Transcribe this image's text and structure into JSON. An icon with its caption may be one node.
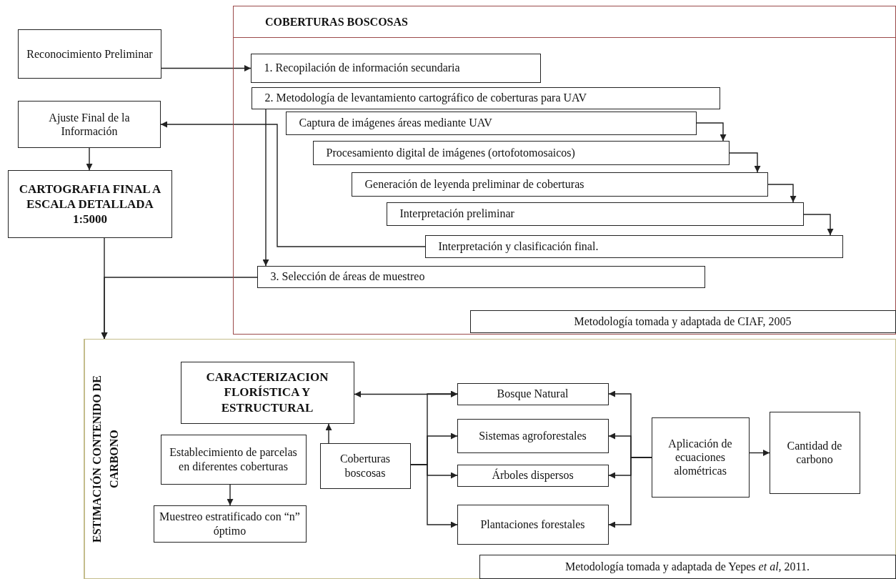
{
  "diagram": {
    "nodes": [
      {
        "text": [
          "Reconocimiento Preliminar"
        ]
      },
      {
        "text": [
          "Ajuste Final de la Información"
        ]
      },
      {
        "text": [
          "CARTOGRAFIA FINAL A ESCALA DETALLADA 1:5000"
        ]
      },
      {
        "text": [
          "COBERTURAS BOSCOSAS"
        ]
      },
      {
        "text": [
          "1. Recopilación de información secundaria"
        ],
        "in": 3
      },
      {
        "text": [
          "2. Metodología de levantamiento cartográfico de coberturas para UAV"
        ],
        "in": 3
      },
      {
        "text": [
          "Captura de imágenes áreas mediante UAV"
        ],
        "in": 3
      },
      {
        "text": [
          "Procesamiento digital de imágenes (ortofotomosaicos)"
        ],
        "in": 3
      },
      {
        "text": [
          "Generación de leyenda preliminar de coberturas"
        ],
        "in": 3
      },
      {
        "text": [
          "Interpretación preliminar"
        ],
        "in": 3
      },
      {
        "text": [
          "Interpretación y clasificación final."
        ],
        "in": 3
      },
      {
        "text": [
          "3. Selección de áreas de muestreo"
        ],
        "in": 3
      },
      {
        "text": [
          "Metodología tomada y adaptada de CIAF, 2005"
        ],
        "in": 3
      },
      {
        "text": [
          "ESTIMACIÓN CONTENIDO DE CARBONO"
        ]
      },
      {
        "text": [
          "CARACTERIZACION FLORÍSTICA Y ESTRUCTURAL"
        ],
        "in": 13
      },
      {
        "text": [
          "Establecimiento de parcelas en diferentes coberturas"
        ],
        "in": 13
      },
      {
        "text": [
          "Muestreo estratificado con “n” óptimo"
        ],
        "in": 13
      },
      {
        "text": [
          "Coberturas boscosas"
        ],
        "in": 13
      },
      {
        "text": [
          "Bosque Natural"
        ],
        "in": 13
      },
      {
        "text": [
          "Sistemas agroforestales"
        ],
        "in": 13
      },
      {
        "text": [
          "Árboles dispersos"
        ],
        "in": 13
      },
      {
        "text": [
          "Plantaciones forestales"
        ],
        "in": 13
      },
      {
        "text": [
          "Aplicación de ecuaciones alométricas"
        ],
        "in": 13
      },
      {
        "text": [
          "Cantidad de carbono"
        ],
        "in": 13
      },
      {
        "text": [
          "Metodología tomada y adaptada de Yepes *et al,* 2011."
        ],
        "in": 13
      }
    ],
    "edges": [
      {
        "from": 0,
        "to": 4,
        "arrow": "to"
      },
      {
        "from": 10,
        "to": 1,
        "arrow": "to"
      },
      {
        "from": 5,
        "to": 11,
        "arrow": "to"
      },
      {
        "from": 2,
        "to": 13,
        "arrow": "to"
      },
      {
        "from": 11,
        "to": 13,
        "arrow": "to"
      },
      {
        "from": 6,
        "to": 7,
        "arrow": "to"
      },
      {
        "from": 7,
        "to": 8,
        "arrow": "to"
      },
      {
        "from": 8,
        "to": 9,
        "arrow": "to"
      },
      {
        "from": 9,
        "to": 10,
        "arrow": "to"
      },
      {
        "from": 1,
        "to": 2,
        "arrow": "to"
      },
      {
        "from": 15,
        "to": 16,
        "arrow": "to"
      },
      {
        "from": 17,
        "to": 14,
        "arrow": "to"
      },
      {
        "from": 14,
        "to": 18,
        "arrow": "both"
      },
      {
        "from": 17,
        "to": 18,
        "arrow": "to"
      },
      {
        "from": 17,
        "to": 19,
        "arrow": "to"
      },
      {
        "from": 17,
        "to": 20,
        "arrow": "to"
      },
      {
        "from": 17,
        "to": 21,
        "arrow": "to"
      },
      {
        "from": 22,
        "to": 18,
        "arrow": "to"
      },
      {
        "from": 22,
        "to": 19,
        "arrow": "to"
      },
      {
        "from": 22,
        "to": 20,
        "arrow": "to"
      },
      {
        "from": 22,
        "to": 21,
        "arrow": "to"
      },
      {
        "from": 22,
        "to": 23,
        "arrow": "to"
      }
    ]
  }
}
